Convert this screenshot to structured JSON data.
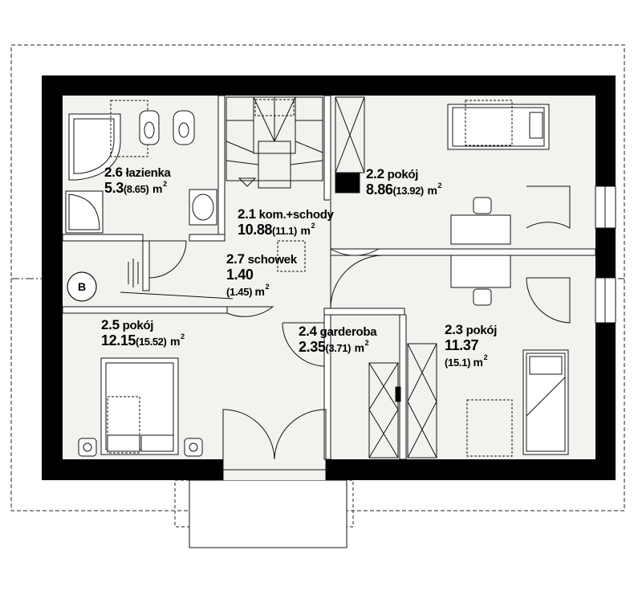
{
  "rooms": [
    {
      "id": "2.6",
      "name": "łazienka",
      "area": "5.3",
      "area_gross": "(8.65)",
      "unit": "m",
      "sup": "2"
    },
    {
      "id": "2.1",
      "name": "kom.+schody",
      "area": "10.88",
      "area_gross": "(11.1)",
      "unit": "m",
      "sup": "2"
    },
    {
      "id": "2.2",
      "name": "pokój",
      "area": "8.86",
      "area_gross": "(13.92)",
      "unit": "m",
      "sup": "2"
    },
    {
      "id": "2.7",
      "name": "schowek",
      "area": "1.40",
      "area_gross": "(1.45)",
      "unit": "m",
      "sup": "2"
    },
    {
      "id": "2.5",
      "name": "pokój",
      "area": "12.15",
      "area_gross": "(15.52)",
      "unit": "m",
      "sup": "2"
    },
    {
      "id": "2.4",
      "name": "garderoba",
      "area": "2.35",
      "area_gross": "(3.71)",
      "unit": "m",
      "sup": "2"
    },
    {
      "id": "2.3",
      "name": "pokój",
      "area": "11.37",
      "area_gross": "(15.1)",
      "unit": "m",
      "sup": "2"
    }
  ],
  "section_marker": "B",
  "colors": {
    "wall": "#000000",
    "floor": "#f4f2ee",
    "line": "#1a1a1a"
  }
}
